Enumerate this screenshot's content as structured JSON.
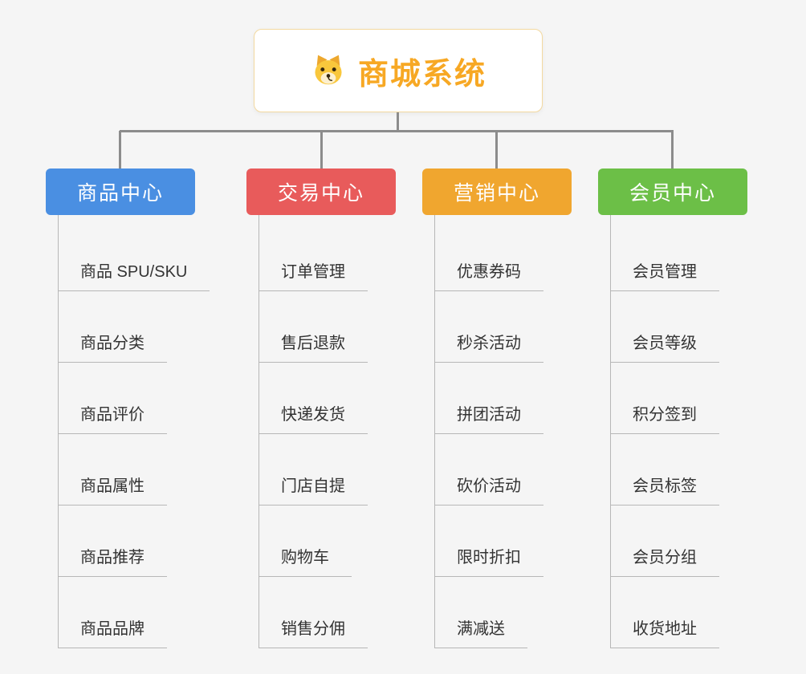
{
  "page": {
    "background": "#f5f5f5"
  },
  "root": {
    "title": "商城系统",
    "title_color": "#f7a824",
    "icon": "dog-icon"
  },
  "lines": {
    "tree_connector_color": "#8c8c8c",
    "branch_line_color": "#b7b7b7"
  },
  "branches": [
    {
      "label": "商品中心",
      "color": "#4a8fe2",
      "items": [
        "商品 SPU/SKU",
        "商品分类",
        "商品评价",
        "商品属性",
        "商品推荐",
        "商品品牌"
      ]
    },
    {
      "label": "交易中心",
      "color": "#e85b5b",
      "items": [
        "订单管理",
        "售后退款",
        "快递发货",
        "门店自提",
        "购物车",
        "销售分佣"
      ]
    },
    {
      "label": "营销中心",
      "color": "#f0a62f",
      "items": [
        "优惠券码",
        "秒杀活动",
        "拼团活动",
        "砍价活动",
        "限时折扣",
        "满减送"
      ]
    },
    {
      "label": "会员中心",
      "color": "#6cbf47",
      "items": [
        "会员管理",
        "会员等级",
        "积分签到",
        "会员标签",
        "会员分组",
        "收货地址"
      ]
    }
  ]
}
